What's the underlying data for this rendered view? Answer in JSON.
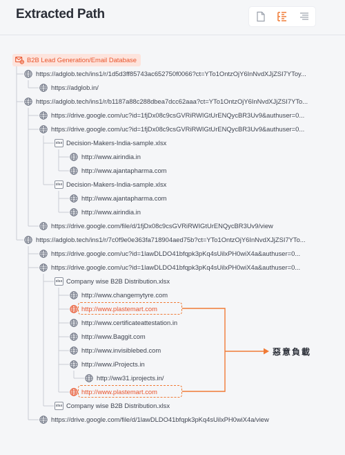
{
  "header": {
    "title": "Extracted Path",
    "views": [
      {
        "name": "document-view-icon",
        "active": false
      },
      {
        "name": "tree-view-icon",
        "active": true
      },
      {
        "name": "list-view-icon",
        "active": false
      }
    ]
  },
  "root": {
    "label": "B2B Lead Generation/Email Database",
    "icon": "email-database-icon"
  },
  "rows": [
    {
      "type": "link",
      "text": "https://adglob.tech/ins1/r/1d5d3ff85743ac652750f0066?ct=YTo1OntzOjY6InNvdXJjZSI7YToy..."
    },
    {
      "type": "link",
      "text": "https://adglob.in/"
    },
    {
      "type": "link",
      "text": "https://adglob.tech/ins1/r/b1187a88c288dbea7dcc62aaa?ct=YTo1OntzOjY6InNvdXJjZSI7YTo..."
    },
    {
      "type": "link",
      "text": "https://drive.google.com/uc?id=1fjDx08c9csGVRiRWIGtUrENQycBR3Uv9&authuser=0..."
    },
    {
      "type": "link",
      "text": "https://drive.google.com/uc?id=1fjDx08c9csGVRiRWIGtUrENQycBR3Uv9&authuser=0..."
    },
    {
      "type": "file",
      "text": "Decision-Makers-India-sample.xlsx",
      "badge": "xlsx"
    },
    {
      "type": "link",
      "text": "http://www.airindia.in"
    },
    {
      "type": "link",
      "text": "http://www.ajantapharma.com"
    },
    {
      "type": "file",
      "text": "Decision-Makers-India-sample.xlsx",
      "badge": "xlsx"
    },
    {
      "type": "link",
      "text": "http://www.ajantapharma.com"
    },
    {
      "type": "link",
      "text": "http://www.airindia.in"
    },
    {
      "type": "link",
      "text": "https://drive.google.com/file/d/1fjDx08c9csGVRiRWIGtUrENQycBR3Uv9/view"
    },
    {
      "type": "link",
      "text": "https://adglob.tech/ins1/r/7c0f9e0e363fa718904aed75b?ct=YTo1OntzOjY6InNvdXJjZSI7YTo..."
    },
    {
      "type": "link",
      "text": "https://drive.google.com/uc?id=1lawDLDO41bfqpk3pKq4sUilxPH0wiX4a&authuser=0..."
    },
    {
      "type": "link",
      "text": "https://drive.google.com/uc?id=1lawDLDO41bfqpk3pKq4sUilxPH0wiX4a&authuser=0..."
    },
    {
      "type": "file",
      "text": "Company wise B2B Distribution.xlsx",
      "badge": "xlsx"
    },
    {
      "type": "link",
      "text": "http://www.changemytyre.com"
    },
    {
      "type": "link",
      "text": "http://www.plastemart.com",
      "malicious": true
    },
    {
      "type": "link",
      "text": "http://www.certificateattestation.in"
    },
    {
      "type": "link",
      "text": "http://www.Baggit.com"
    },
    {
      "type": "link",
      "text": "http://www.invisiblebed.com"
    },
    {
      "type": "link",
      "text": "http://www.iProjects.in"
    },
    {
      "type": "link",
      "text": "http://ww31.iprojects.in/"
    },
    {
      "type": "link",
      "text": "http://www.plastemart.com",
      "malicious": true
    },
    {
      "type": "file",
      "text": "Company wise B2B Distribution.xlsx",
      "badge": "xlsx"
    },
    {
      "type": "link",
      "text": "https://drive.google.com/file/d/1lawDLDO41bfqpk3pKq4sUilxPH0wiX4a/view"
    }
  ],
  "annotation": {
    "label": "惡意負載"
  },
  "colors": {
    "accent": "#e9542c",
    "highlight_border": "#f07a35",
    "tree_line": "#c9ccd3",
    "icon": "#6b7180"
  }
}
